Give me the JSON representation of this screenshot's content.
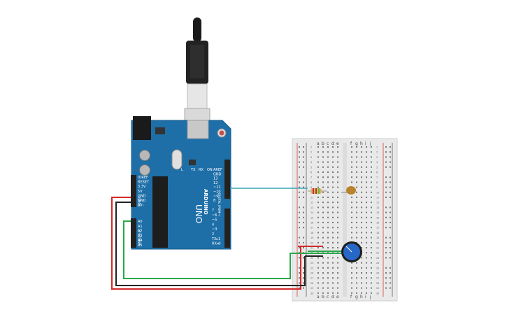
{
  "arduino": {
    "brand": "ARDUINO",
    "model": "UNO",
    "digital_header": "DIGITAL (PWM~)",
    "power_header": "POWER",
    "analog_header": "ANALOG IN",
    "left_pins": [
      "IOREF",
      "RESET",
      "3.3V",
      "5V",
      "GND",
      "GND",
      "Vin"
    ],
    "analog_pins": [
      "A0",
      "A1",
      "A2",
      "A3",
      "A4",
      "A5"
    ],
    "top_pins": [
      "AREF",
      "GND",
      "13",
      "12",
      "~11",
      "~10",
      "~9",
      "8"
    ],
    "bottom_pins": [
      "7",
      "~6",
      "~5",
      "4",
      "~3",
      "2",
      "TX▸1",
      "RX◂0"
    ],
    "labels_mid": [
      "L",
      "TX",
      "RX",
      "ON"
    ]
  },
  "breadboard": {
    "col_left": [
      "a",
      "b",
      "c",
      "d",
      "e"
    ],
    "col_right": [
      "f",
      "g",
      "h",
      "i",
      "j"
    ],
    "rows": 30
  },
  "colors": {
    "arduino_blue": "#1e6fa8",
    "wire_red": "#d42a2a",
    "wire_black": "#222222",
    "wire_green": "#2aa84a",
    "wire_teal": "#3aa6b3",
    "pot_blue": "#2767c8",
    "led_amber": "#b8832a"
  }
}
